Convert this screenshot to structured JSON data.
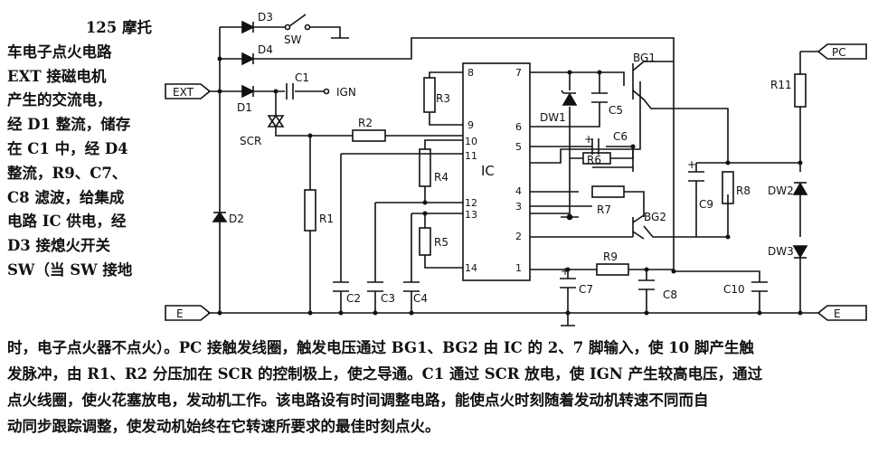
{
  "side_text": [
    "125 摩托",
    "车电子点火电路",
    "  EXT 接磁电机",
    "产生的交流电，",
    "经 D1 整流，储存",
    "在 C1 中，经 D4",
    "整流，R9、C7、",
    "C8 滤波，给集成",
    "电路 IC 供电，经",
    "D3 接熄火开关",
    "SW（当 SW 接地"
  ],
  "bottom_text": [
    "时，电子点火器不点火）。PC 接触发线圈，触发电压通过 BG1、BG2 由 IC 的 2、7 脚输入，使 10 脚产生触",
    "发脉冲，由 R1、R2 分压加在 SCR 的控制极上，使之导通。C1 通过 SCR 放电，使 IGN 产生较高电压，通过",
    "点火线圈，使火花塞放电，发动机工作。该电路设有时间调整电路，能使点火时刻随着发动机转速不同而自",
    "动同步跟踪调整，使发动机始终在它转速所要求的最佳时刻点火。"
  ],
  "labels": {
    "ext": "EXT",
    "e_left": "E",
    "e_right": "E",
    "pc": "PC",
    "ign": "IGN",
    "d1": "D1",
    "d2": "D2",
    "d3": "D3",
    "d4": "D4",
    "sw": "SW",
    "scr": "SCR",
    "c1": "C1",
    "c2": "C2",
    "c3": "C3",
    "c4": "C4",
    "c5": "C5",
    "c6": "C6",
    "c7": "C7",
    "c8": "C8",
    "c9": "C9",
    "c10": "C10",
    "r1": "R1",
    "r2": "R2",
    "r3": "R3",
    "r4": "R4",
    "r5": "R5",
    "r6": "R6",
    "r7": "R7",
    "r8": "R8",
    "r9": "R9",
    "r11": "R11",
    "dw1": "DW1",
    "dw2": "DW2",
    "dw3": "DW3",
    "bg1": "BG1",
    "bg2": "BG2",
    "ic": "IC",
    "pins": {
      "p1": "1",
      "p2": "2",
      "p3": "3",
      "p4": "4",
      "p5": "5",
      "p6": "6",
      "p7": "7",
      "p8": "8",
      "p9": "9",
      "p10": "10",
      "p11": "11",
      "p12": "12",
      "p13": "13",
      "p14": "14"
    }
  }
}
